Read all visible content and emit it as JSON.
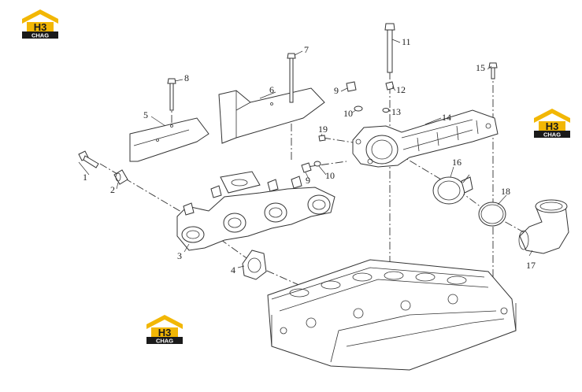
{
  "brand": {
    "logo_main": "H3",
    "logo_sub": "CHAG",
    "colors": {
      "roof": "#f2b705",
      "plate": "#1a1a1a",
      "text_on_plate": "#ffffff"
    }
  },
  "callouts": [
    "1",
    "2",
    "3",
    "4",
    "5",
    "6",
    "7",
    "8",
    "9",
    "10",
    "11",
    "12",
    "13",
    "14",
    "15",
    "16",
    "17",
    "18",
    "19",
    "10",
    "9"
  ],
  "colors": {
    "line": "#333333",
    "background": "#ffffff"
  }
}
